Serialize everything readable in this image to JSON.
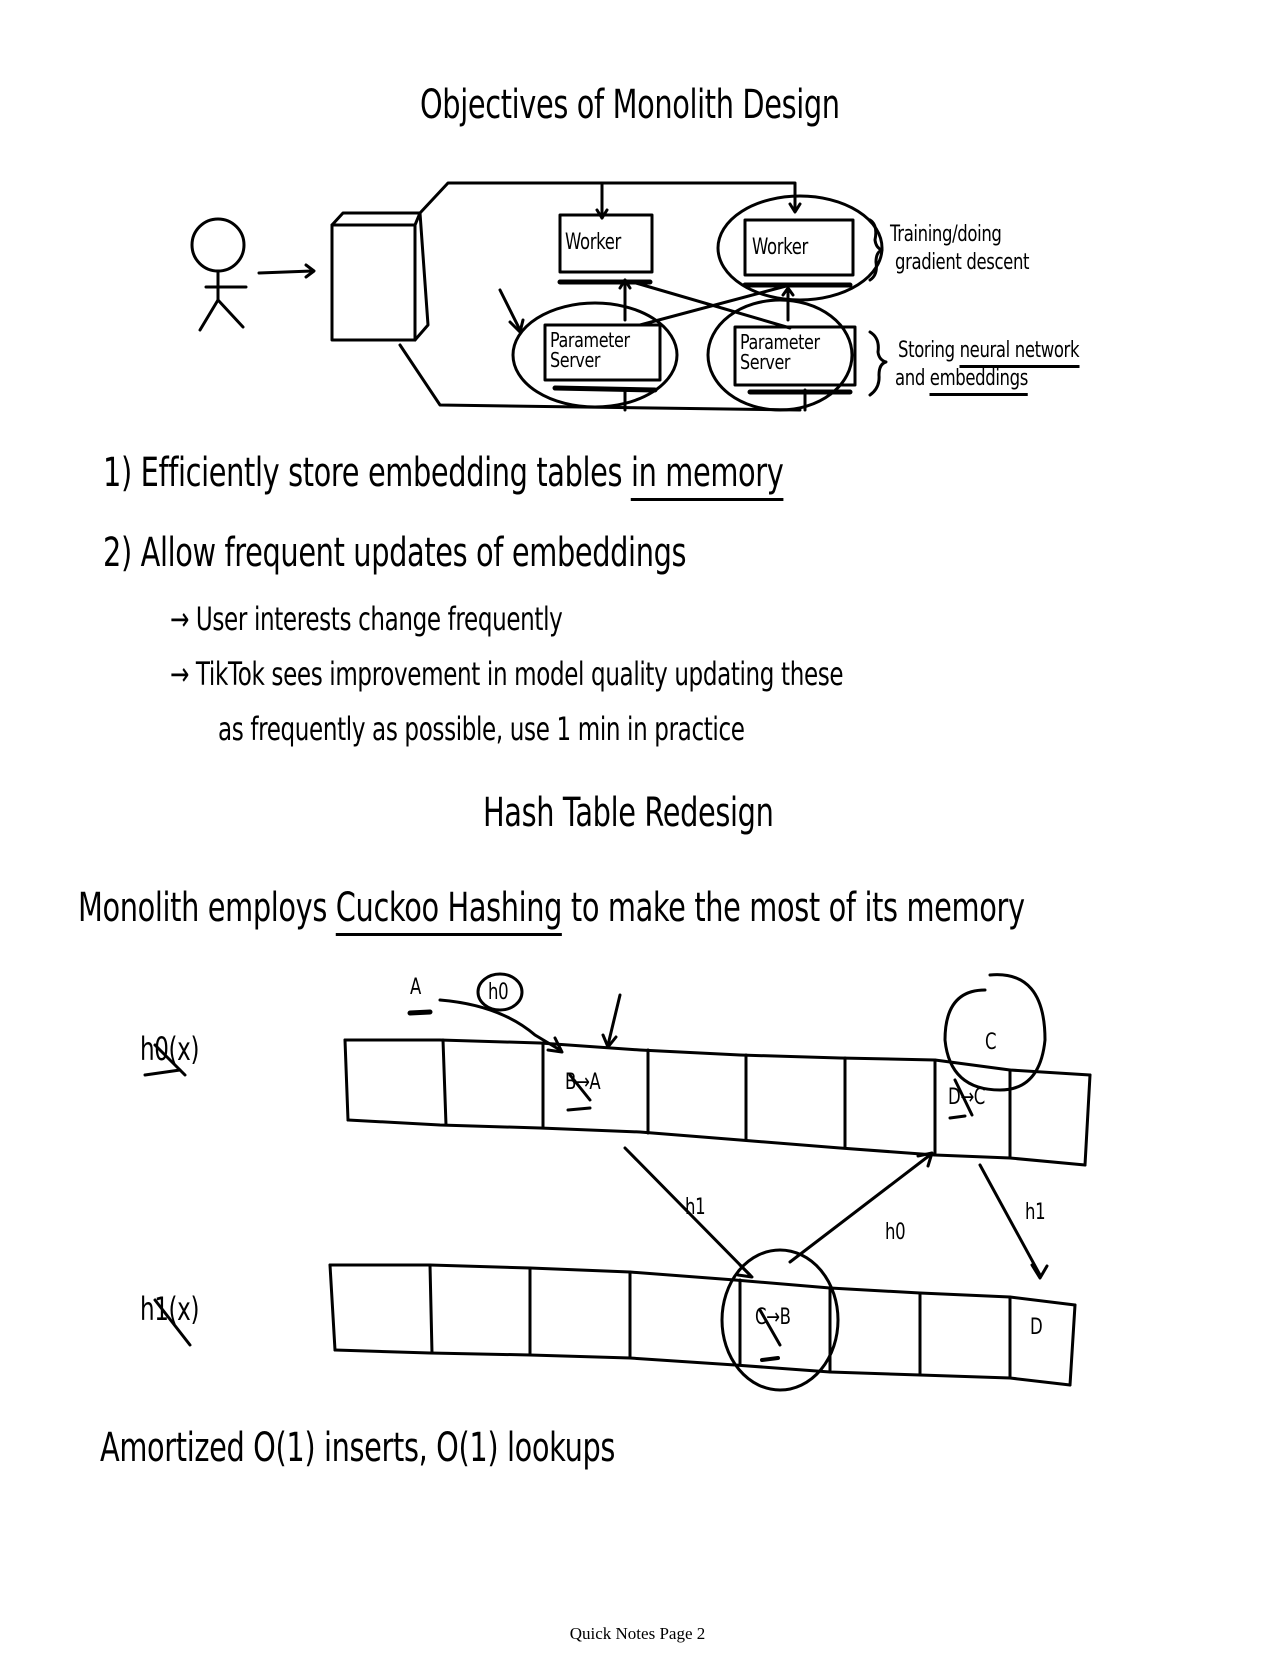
{
  "page": {
    "footer": "Quick Notes Page 2"
  },
  "section1": {
    "title": "Objectives of Monolith Design",
    "diagram": {
      "workers": [
        "Worker",
        "Worker"
      ],
      "parameter_servers": [
        "Parameter Server",
        "Parameter Server"
      ],
      "worker_note_line1": "Training/doing",
      "worker_note_line2": "gradient descent",
      "ps_note_line1_a": "Storing ",
      "ps_note_line1_b": "neural network",
      "ps_note_line2_a": "and ",
      "ps_note_line2_b": "embeddings"
    },
    "objectives": [
      {
        "num": "1)",
        "text_a": "Efficiently store embedding tables ",
        "text_b": "in memory"
      },
      {
        "num": "2)",
        "text": "Allow frequent updates of embeddings"
      }
    ],
    "bullets": [
      "→ User interests change frequently",
      "→ TikTok sees improvement in model quality updating these",
      "as frequently as possible, use 1 min in practice"
    ]
  },
  "section2": {
    "title": "Hash Table Redesign",
    "intro_a": "Monolith employs ",
    "intro_b": "Cuckoo Hashing",
    "intro_c": " to make the most of its memory",
    "diagram": {
      "row0_label": "h0(x)",
      "row1_label": "h1(x)",
      "insert_key": "A",
      "insert_hash": "h0",
      "row0_cells": [
        "",
        "",
        "B→A",
        "",
        "",
        "",
        "D→C",
        ""
      ],
      "row1_cells": [
        "",
        "",
        "",
        "",
        "C→B",
        "",
        "",
        "D"
      ],
      "arrow_labels": [
        "h1",
        "h0",
        "h1"
      ],
      "displaced_key": "C"
    },
    "summary": "Amortized O(1) inserts, O(1) lookups"
  }
}
